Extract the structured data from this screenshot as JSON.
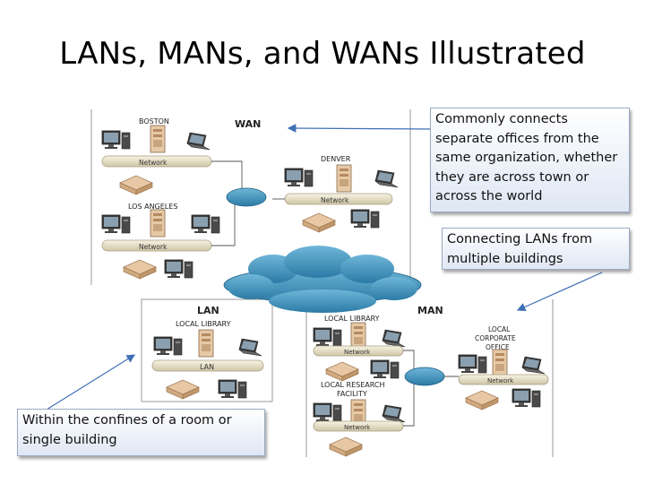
{
  "title": "LANs, MANs, and WANs Illustrated",
  "callouts": {
    "wan": "Commonly connects separate offices from the same organization, whether they are across town or across the world",
    "man": "Connecting LANs from multiple buildings",
    "lan": "Within the confines of a room or single building"
  },
  "diagram": {
    "wan_label": "WAN",
    "man_label": "MAN",
    "lan_label": "LAN",
    "sites": {
      "boston": "BOSTON",
      "denver": "DENVER",
      "los_angeles": "LOS ANGELES",
      "local_library_lan": "LOCAL LIBRARY",
      "local_library_man": "LOCAL LIBRARY",
      "local_research_line1": "LOCAL RESEARCH",
      "local_research_line2": "FACILITY",
      "corporate_line1": "LOCAL",
      "corporate_line2": "CORPORATE",
      "corporate_line3": "OFFICE"
    },
    "backbone_labels": {
      "network": "Network",
      "lan": "LAN"
    }
  },
  "colors": {
    "cloud": "#3d8fb8",
    "backbone": "#ece6d0",
    "callout_border": "#9aaac4",
    "arrow": "#3f6fb5"
  }
}
